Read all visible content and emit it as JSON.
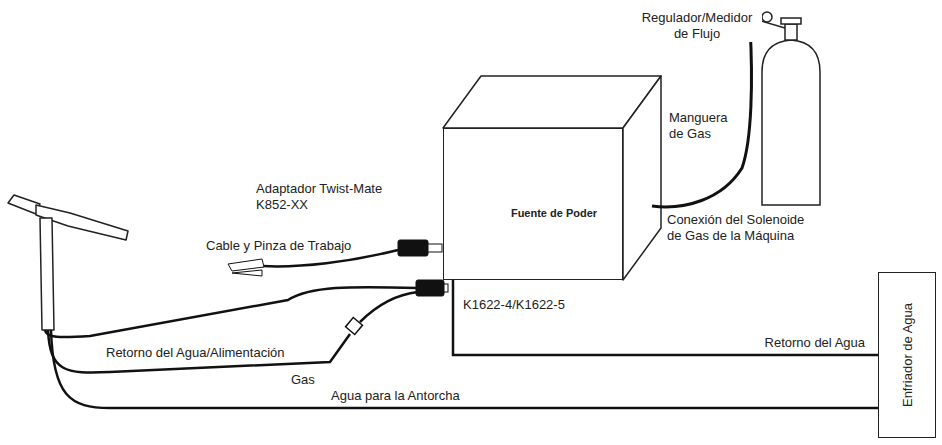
{
  "diagram": {
    "nodes": [
      {
        "text": [
          "Fuente de Poder"
        ]
      },
      {
        "text": [
          "Enfriador de Agua"
        ]
      }
    ],
    "edges": [
      {
        "from": 0,
        "to": 1,
        "arrow": "none",
        "label": "Retorno del Agua"
      }
    ],
    "labels": [
      "Regulador/Medidor de Flujo",
      "Manguera de Gas",
      "Adaptador Twist-Mate K852-XX",
      "Cable y Pinza de Trabajo",
      "Conexión del Solenoide de Gas de la Máquina",
      "K1622-4/K1622-5",
      "Retorno del Agua/Alimentación",
      "Gas",
      "Agua para la Antorcha"
    ]
  }
}
